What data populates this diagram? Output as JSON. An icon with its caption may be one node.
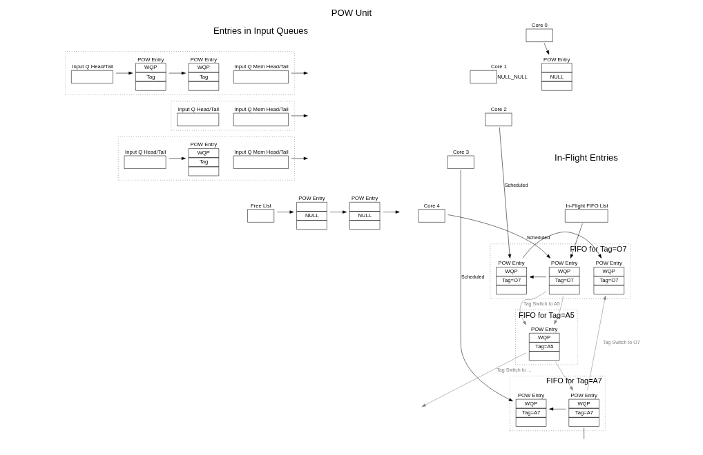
{
  "diagram": {
    "title": "POW Unit",
    "nodes": [
      {
        "text": [],
        "shape": "box"
      },
      {
        "text": [
          "Input Q Mem Head/Tail"
        ],
        "in": 0
      },
      {
        "text": [
          "POW Entry",
          "WQP",
          "Tag"
        ],
        "in": 0
      },
      {
        "text": [
          "POW Entry",
          "WQP",
          "Tag"
        ],
        "in": 0
      },
      {
        "text": [
          "Input Q Head/Tail"
        ],
        "in": 0
      },
      {
        "text": [],
        "shape": "box"
      },
      {
        "text": [
          "Input Q Mem Head/Tail"
        ],
        "in": 5
      },
      {
        "text": [
          "Input Q Head/Tail"
        ],
        "in": 5
      },
      {
        "text": [],
        "shape": "box"
      },
      {
        "text": [
          "Input Q Mem Head/Tail"
        ],
        "in": 8
      },
      {
        "text": [
          "POW Entry",
          "WQP",
          "Tag"
        ],
        "in": 8
      },
      {
        "text": [
          "Input Q Head/Tail"
        ],
        "in": 8
      },
      {
        "text": [
          "POW Entry",
          "NULL"
        ]
      },
      {
        "text": [
          "Core 0"
        ]
      },
      {
        "text": [
          "Core 1"
        ],
        "beside": [
          "NULL_NULL"
        ]
      },
      {
        "text": [
          "Core 2"
        ]
      },
      {
        "text": [
          "Core 3"
        ]
      },
      {
        "text": [
          "Core 4"
        ]
      },
      {
        "text": [
          "In-Flight FIFO List"
        ]
      },
      {
        "text": [
          "FIFO for Tag=O7"
        ]
      },
      {
        "text": [
          "POW Entry",
          "WQP",
          "Tag=O7"
        ],
        "in": 19
      },
      {
        "text": [
          "POW Entry",
          "WQP",
          "Tag=O7"
        ],
        "in": 19
      },
      {
        "text": [
          "POW Entry",
          "WQP",
          "Tag=O7"
        ],
        "in": 19
      },
      {
        "text": [
          "FIFO for Tag=A5"
        ]
      },
      {
        "text": [
          "POW Entry",
          "WQP",
          "Tag=A5"
        ],
        "in": 23
      },
      {
        "text": [
          "FIFO for Tag=A7"
        ]
      },
      {
        "text": [
          "POW Entry",
          "WQP",
          "Tag=A7"
        ],
        "in": 25
      },
      {
        "text": [
          "POW Entry",
          "WQP",
          "Tag=A7"
        ],
        "in": 25
      },
      {
        "text": [
          "Free List"
        ]
      },
      {
        "text": [
          "POW Entry",
          "NULL"
        ]
      },
      {
        "text": [
          "POW Entry",
          "NULL"
        ]
      }
    ],
    "edges": [
      {
        "from": 1,
        "to": null,
        "arrow": "to"
      },
      {
        "from": 3,
        "to": 2,
        "arrow": "to"
      },
      {
        "from": 4,
        "to": 3,
        "arrow": "to"
      },
      {
        "from": 6,
        "to": null,
        "arrow": "to"
      },
      {
        "from": 9,
        "to": null,
        "arrow": "to"
      },
      {
        "from": 11,
        "to": 10,
        "arrow": "to"
      },
      {
        "from": 13,
        "to": 12,
        "arrow": "to"
      },
      {
        "from": 15,
        "to": 21,
        "arrow": "to",
        "label": "Scheduled"
      },
      {
        "from": 16,
        "to": 26,
        "arrow": "to",
        "label": "Scheduled"
      },
      {
        "from": 17,
        "to": 22,
        "arrow": "to",
        "label": "Scheduled"
      },
      {
        "from": 18,
        "to": 22,
        "arrow": "to"
      },
      {
        "from": 21,
        "to": 20,
        "arrow": "to"
      },
      {
        "from": 22,
        "to": 21,
        "arrow": "to"
      },
      {
        "from": 22,
        "to": 24,
        "arrow": "to",
        "label": "Tag Switch to A5",
        "color": "#808080"
      },
      {
        "from": 22,
        "to": 24,
        "arrow": "to",
        "color": "#808080"
      },
      {
        "from": 24,
        "to": 27,
        "arrow": "to",
        "color": "#808080"
      },
      {
        "from": 24,
        "to": null,
        "arrow": "to",
        "label": "Tag Switch to ...",
        "color": "#808080"
      },
      {
        "from": 27,
        "to": 20,
        "arrow": "to",
        "label": "Tag Switch to O7",
        "color": "#808080"
      },
      {
        "from": 27,
        "to": 26,
        "arrow": "to"
      },
      {
        "from": 27,
        "to": null,
        "arrow": "none"
      },
      {
        "from": 28,
        "to": 29,
        "arrow": "to"
      },
      {
        "from": 29,
        "to": 30,
        "arrow": "to"
      },
      {
        "from": 30,
        "to": null,
        "arrow": "to"
      }
    ],
    "labels": [
      "Entries in Input Queues",
      "In-Flight Entries"
    ]
  }
}
